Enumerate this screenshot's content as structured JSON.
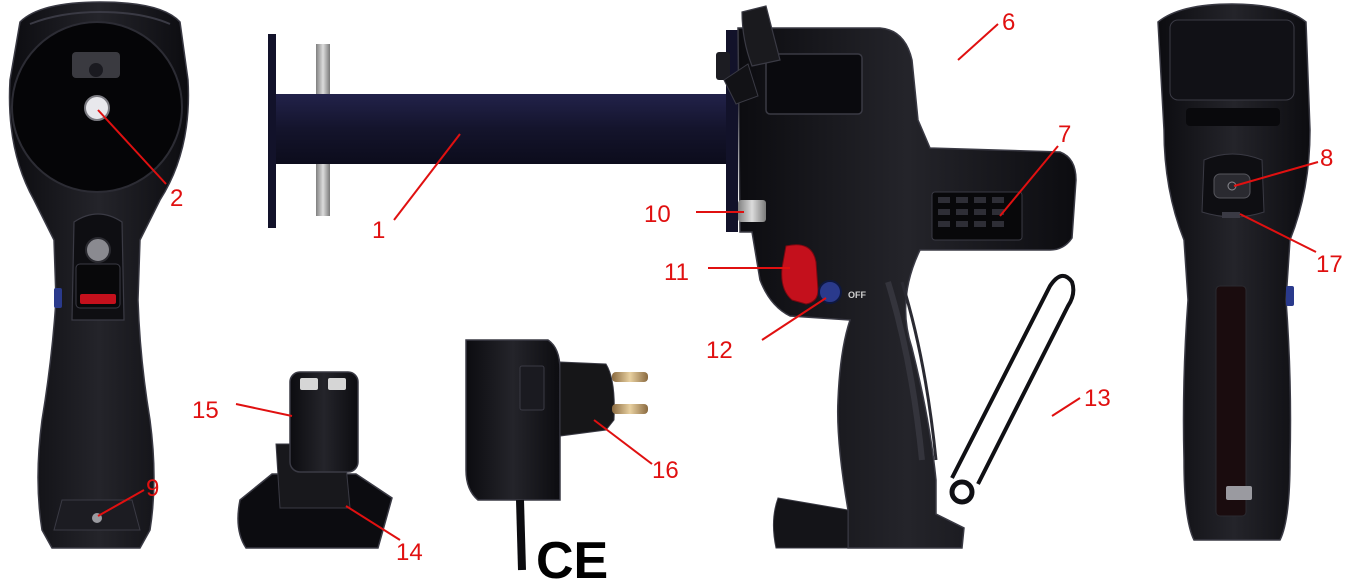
{
  "colors": {
    "body": "#141418",
    "body_dark": "#0a0a0c",
    "body_mid": "#26262c",
    "edge": "#3a3a44",
    "tube": "#1a1a38",
    "trigger": "#c4101c",
    "knob": "#2a3a8c",
    "callout": "#e01010",
    "metal": "#b8b8b8",
    "gold": "#c8a878"
  },
  "callouts": [
    {
      "id": "1",
      "label": "1"
    },
    {
      "id": "2",
      "label": "2"
    },
    {
      "id": "6",
      "label": "6"
    },
    {
      "id": "7",
      "label": "7"
    },
    {
      "id": "8",
      "label": "8"
    },
    {
      "id": "9",
      "label": "9"
    },
    {
      "id": "10",
      "label": "10"
    },
    {
      "id": "11",
      "label": "11"
    },
    {
      "id": "12",
      "label": "12"
    },
    {
      "id": "13",
      "label": "13"
    },
    {
      "id": "14",
      "label": "14"
    },
    {
      "id": "15",
      "label": "15"
    },
    {
      "id": "16",
      "label": "16"
    },
    {
      "id": "17",
      "label": "17"
    }
  ],
  "switch_label": "OFF",
  "certification_mark": "CE"
}
